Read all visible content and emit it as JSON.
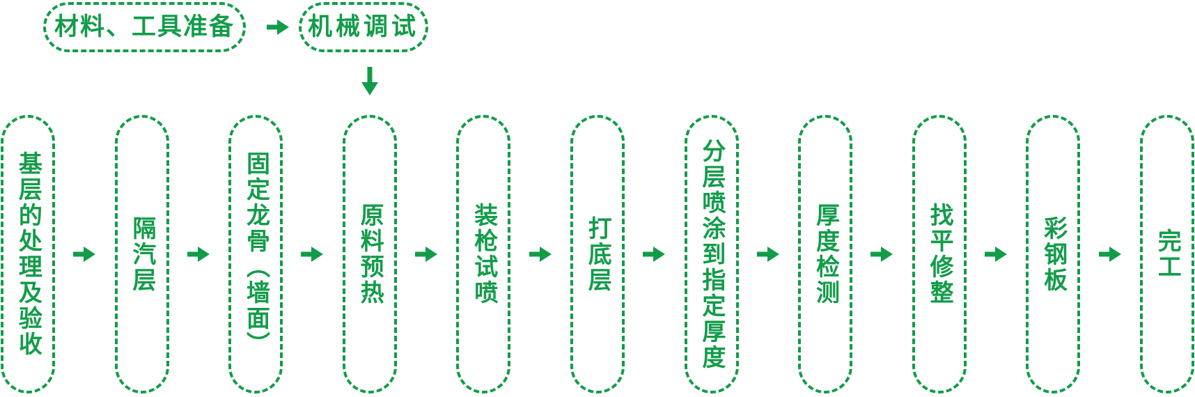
{
  "colors": {
    "accent_green": "#129c49",
    "background": "#ffffff"
  },
  "prep_row": {
    "steps": [
      {
        "label": "材料、工具准备"
      },
      {
        "label": "机械调试"
      }
    ]
  },
  "main_flow": {
    "steps": [
      {
        "label": "基层的处理及验收"
      },
      {
        "label": "隔汽层"
      },
      {
        "label": "固定龙骨（墙面）"
      },
      {
        "label": "原料预热"
      },
      {
        "label": "装枪试喷"
      },
      {
        "label": "打底层"
      },
      {
        "label": "分层喷涂到指定厚度"
      },
      {
        "label": "厚度检测"
      },
      {
        "label": "找平修整"
      },
      {
        "label": "彩钢板"
      },
      {
        "label": "完工"
      }
    ]
  },
  "icons": {
    "right_arrow": "→",
    "down_arrow": "↓"
  }
}
